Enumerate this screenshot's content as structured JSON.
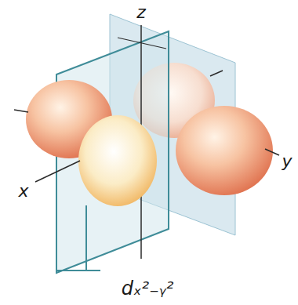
{
  "diagram": {
    "caption": "dₓ²₋ᵧ²",
    "labels": [
      "z",
      "x",
      "y"
    ]
  }
}
